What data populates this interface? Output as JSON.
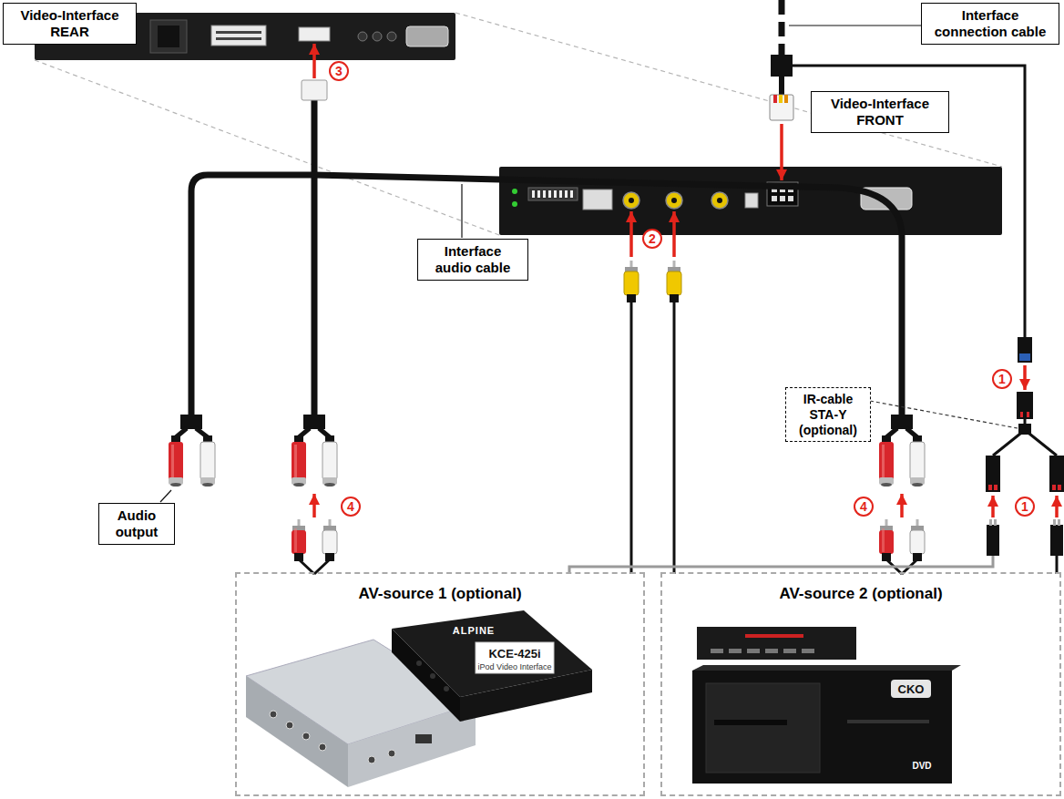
{
  "diagram": {
    "nodes": [
      {
        "text": [
          "Video-Interface REAR"
        ]
      },
      {
        "text": [
          "Interface connection cable"
        ]
      },
      {
        "text": [
          "Video-Interface FRONT"
        ]
      },
      {
        "text": [
          "Interface audio cable"
        ]
      },
      {
        "text": [
          "IR-cable STA-Y (optional)"
        ]
      },
      {
        "text": [
          "Audio output"
        ]
      },
      {
        "text": [
          "AV-source 1 (optional)"
        ]
      },
      {
        "text": [
          "AV-source 2 (optional)"
        ]
      }
    ],
    "labels": [
      "3",
      "2",
      "1",
      "4",
      "4",
      "1",
      "ALPINE",
      "KCE-425i",
      "iPod Video Interface",
      "CKO",
      "DVD"
    ]
  }
}
